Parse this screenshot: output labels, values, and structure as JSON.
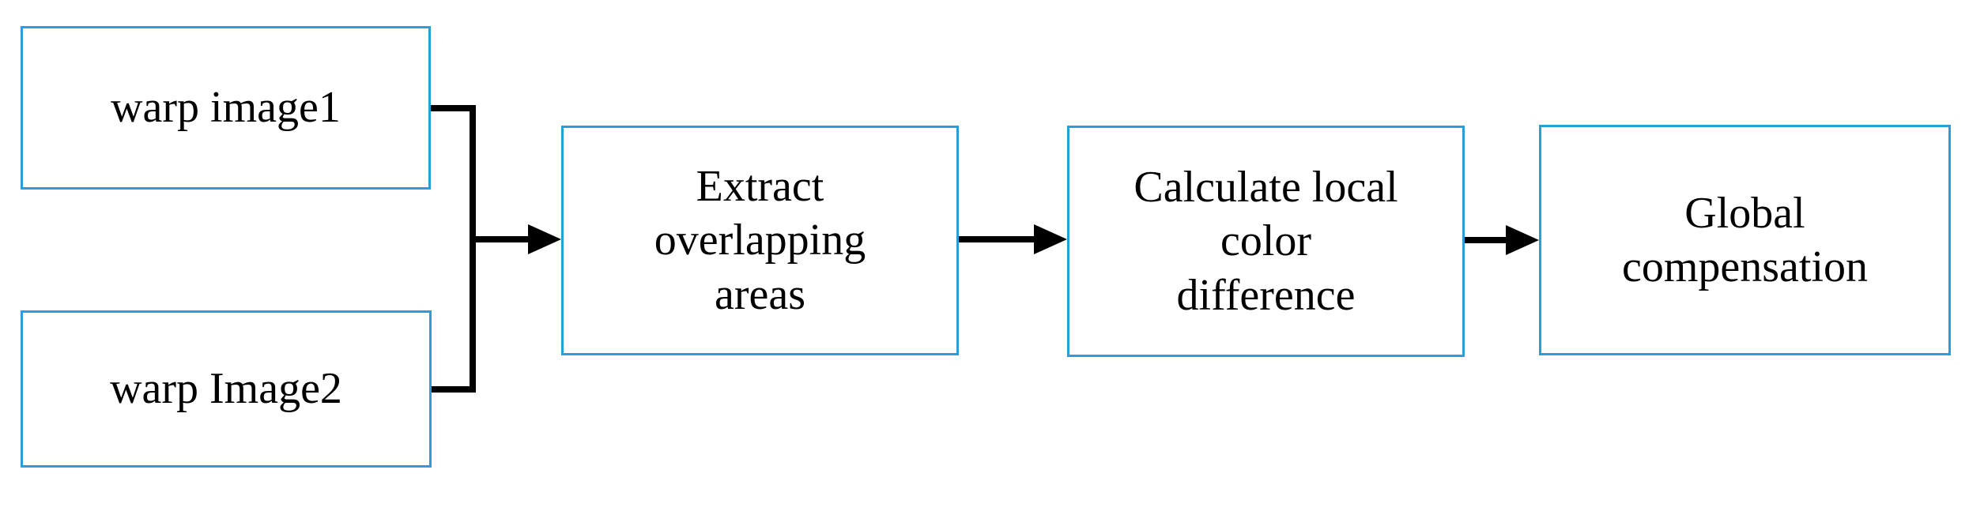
{
  "figure": {
    "type": "flowchart",
    "background_color": "#ffffff",
    "box_border_color": "#2a9fd7",
    "box_fill_color": "#ffffff",
    "connector_color": "#000000",
    "text_color": "#000000"
  },
  "nodes": [
    {
      "id": "warp-image1",
      "label": "warp image1"
    },
    {
      "id": "warp-image2",
      "label": "warp Image2"
    },
    {
      "id": "extract-overlapping-areas",
      "label": "Extract\noverlapping\nareas"
    },
    {
      "id": "calculate-local-color-difference",
      "label": "Calculate local\ncolor\ndifference"
    },
    {
      "id": "global-compensation",
      "label": "Global\ncompensation"
    }
  ],
  "connections": [
    {
      "from": "warp-image1",
      "to": "extract-overlapping-areas"
    },
    {
      "from": "warp-image2",
      "to": "extract-overlapping-areas"
    },
    {
      "from": "extract-overlapping-areas",
      "to": "calculate-local-color-difference"
    },
    {
      "from": "calculate-local-color-difference",
      "to": "global-compensation"
    }
  ]
}
